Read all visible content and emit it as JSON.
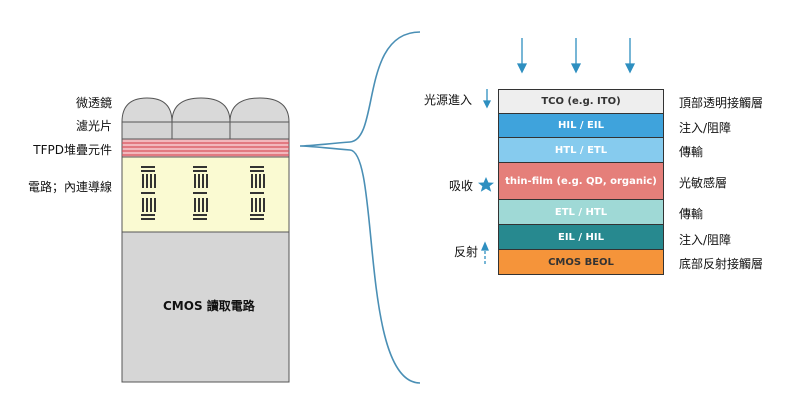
{
  "left_labels": {
    "microlens": "微透鏡",
    "color_filter": "濾光片",
    "tfpd_stack": "TFPD堆疊元件",
    "circuit": "電路；內連導線",
    "cmos_readout": "CMOS 讀取電路"
  },
  "stack_layers": [
    {
      "label": "TCO (e.g. ITO)",
      "role": "頂部透明接觸層",
      "color": "#eeeeee"
    },
    {
      "label": "HIL / EIL",
      "role": "注入/阻障",
      "color": "#3fa3dc"
    },
    {
      "label": "HTL / ETL",
      "role": "傳輸",
      "color": "#86cbee"
    },
    {
      "label": "thin-film (e.g. QD, organic)",
      "role": "光敏感層",
      "color": "#e57f7a"
    },
    {
      "label": "ETL / HTL",
      "role": "傳輸",
      "color": "#9fd9d6"
    },
    {
      "label": "EIL / HIL",
      "role": "注入/阻障",
      "color": "#27898f"
    },
    {
      "label": "CMOS BEOL",
      "role": "底部反射接觸層",
      "color": "#f5943a"
    }
  ],
  "side_labels": {
    "light_in": "光源進入",
    "absorb": "吸收",
    "reflect": "反射"
  },
  "colors": {
    "arrow": "#2e8fc0",
    "brace": "#4a8fb5",
    "star": "#2e8fc0"
  }
}
